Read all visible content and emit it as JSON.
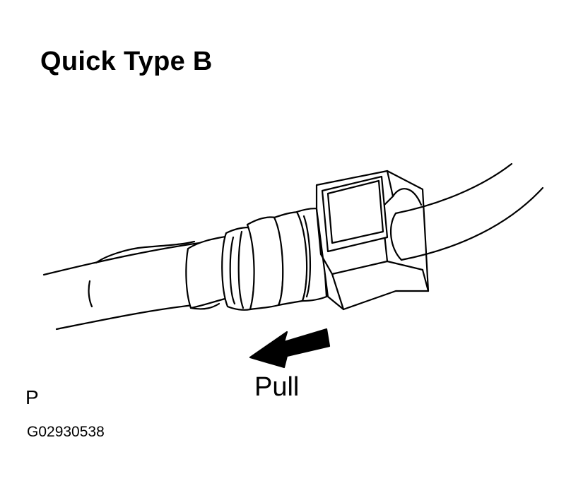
{
  "title": "Quick Type B",
  "action_label": "Pull",
  "corner_mark": "P",
  "figure_code": "G02930538"
}
